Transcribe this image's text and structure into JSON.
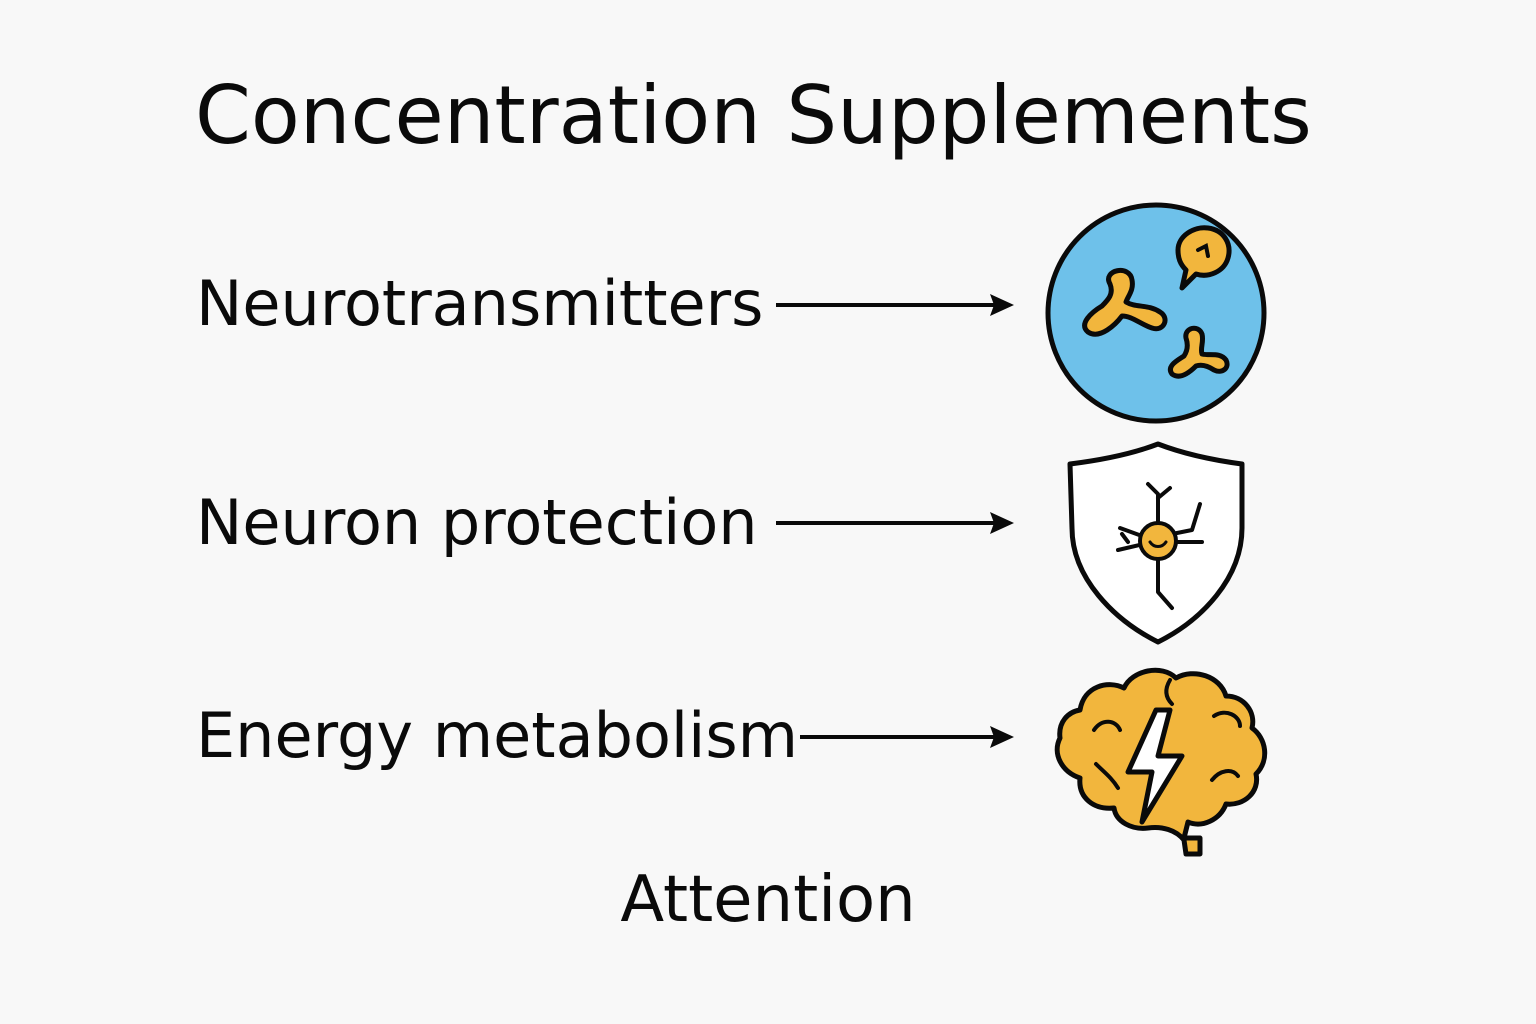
{
  "title": "Concentration Supplements",
  "rows": [
    {
      "label": "Neurotransmitters",
      "icon": "neurotransmitter-molecules-icon"
    },
    {
      "label": "Neuron protection",
      "icon": "shield-neuron-icon"
    },
    {
      "label": "Energy metabolism",
      "icon": "brain-lightning-icon"
    }
  ],
  "footer": "Attention",
  "colors": {
    "background": "#f8f8f8",
    "text": "#0a0a0a",
    "circle_blue": "#6ec1ea",
    "accent_yellow": "#f2b63d"
  }
}
